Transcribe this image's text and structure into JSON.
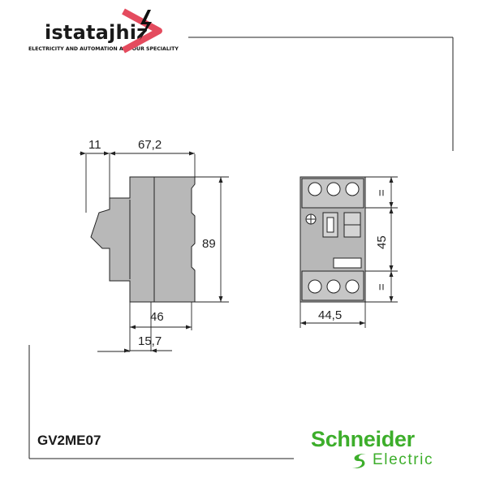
{
  "header": {
    "brand": "istatajhiz",
    "tagline": "ELECTRICITY AND AUTOMATION ARE OUR SPECIALITY",
    "logo_icon": "play-lightning-icon"
  },
  "drawing": {
    "dimensions": {
      "top_small": "11",
      "top_width": "67,2",
      "height": "89",
      "bottom_width": "46",
      "bottom_small": "15,7",
      "front_width": "44,5",
      "front_mid": "45",
      "front_eq_top": "=",
      "front_eq_bottom": "="
    },
    "colors": {
      "body": "#b8b8b8",
      "line": "#222222",
      "frame": "#222222"
    }
  },
  "footer": {
    "model": "GV2ME07",
    "brand_name": "Schneider",
    "brand_sub": "Electric",
    "brand_color": "#3dae2b"
  }
}
